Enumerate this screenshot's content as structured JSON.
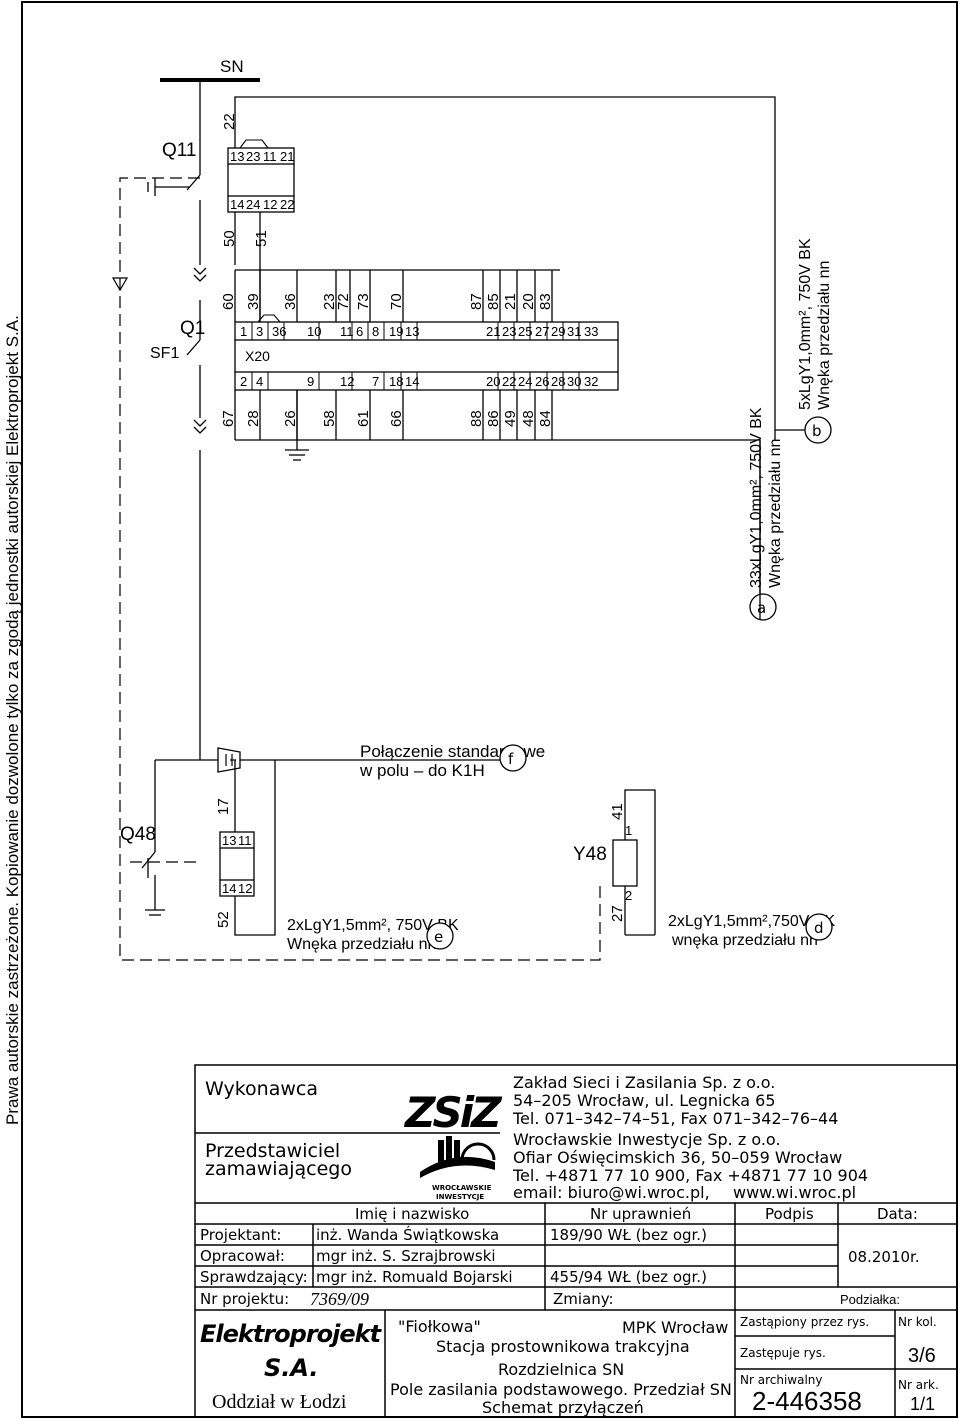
{
  "copyright": "Prawa autorskie zastrzeżone. Kopiowanie dozwolone tylko za zgodą jednostki autorskiej Elektroprojekt S.A.",
  "bus": "SN",
  "devices": {
    "q11": "Q11",
    "q1": "Q1",
    "sf1": "SF1",
    "q48": "Q48",
    "y48": "Y48",
    "x20": "X20"
  },
  "q11_block": {
    "top_wire": "22",
    "top_row": [
      "13",
      "23",
      "11",
      "21"
    ],
    "bottom_row": [
      "14",
      "24",
      "12",
      "22"
    ],
    "wire_a": "50",
    "wire_b": "51"
  },
  "x20_top_wires": [
    "60",
    "39",
    "36",
    "23",
    "72",
    "73",
    "70",
    "87",
    "85",
    "21",
    "20",
    "83"
  ],
  "x20_top_terms": [
    "1",
    "3",
    "36",
    "10",
    "11",
    "6",
    "8",
    "19",
    "13",
    "21",
    "23",
    "25",
    "27",
    "29",
    "31",
    "33"
  ],
  "x20_bottom_terms": [
    "2",
    "4",
    "9",
    "12",
    "7",
    "18",
    "14",
    "20",
    "22",
    "24",
    "26",
    "28",
    "30",
    "32"
  ],
  "x20_bottom_wires": [
    "67",
    "28",
    "26",
    "58",
    "61",
    "66",
    "88",
    "86",
    "49",
    "48",
    "84"
  ],
  "q48_block": {
    "wire_top": "17",
    "top_row": [
      "13",
      "11"
    ],
    "bottom_row": [
      "14",
      "12"
    ],
    "wire_bottom": "52"
  },
  "y48_block": {
    "wire_top": "41",
    "t1": "1",
    "t2": "2",
    "wire_bottom": "27"
  },
  "note_f": {
    "line1": "Połączenie standardowe",
    "line2": "w polu – do K1H",
    "marker": "f"
  },
  "cable_e": {
    "line1": "2xLgY1,5mm², 750V BK",
    "line2": "Wnęka przedziału nn",
    "marker": "e"
  },
  "cable_d": {
    "line1": "2xLgY1,5mm²,750V BK",
    "line2": "wnęka przedziału nn",
    "marker": "d"
  },
  "cable_a": {
    "line1": "33xLgY1,0mm², 750V BK",
    "line2": "Wnęka przedziału nn",
    "marker": "a"
  },
  "cable_b": {
    "line1": "5xLgY1,0mm², 750V BK",
    "line2": "Wnęka przedziału nn",
    "marker": "b"
  },
  "title_block": {
    "wykonawca": "Wykonawca",
    "przedstawiciel1": "Przedstawiciel",
    "przedstawiciel2": "zamawiającego",
    "zsiz_logo": "ZSiZ",
    "wi_logo1": "WROCŁAWSKIE",
    "wi_logo2": "INWESTYCJE",
    "company1": [
      "Zakład Sieci i Zasilania Sp. z o.o.",
      "54–205 Wrocław, ul. Legnicka 65",
      "Tel. 071–342–74–51, Fax 071–342–76–44"
    ],
    "company2": [
      "Wrocławskie Inwestycje Sp. z o.o.",
      "Ofiar Oświęcimskich 36, 50–059 Wrocław",
      "Tel. +4871 77 10 900, Fax +4871 77 10 904",
      "email: biuro@wi.wroc.pl,",
      "www.wi.wroc.pl"
    ],
    "hdr_name": "Imię i nazwisko",
    "hdr_licence": "Nr uprawnień",
    "hdr_sign": "Podpis",
    "hdr_date": "Data:",
    "rows": [
      {
        "role": "Projektant:",
        "name": "inż. Wanda Świątkowska",
        "licence": "189/90 WŁ (bez ogr.)"
      },
      {
        "role": "Opracował:",
        "name": "mgr inż. S. Szrajbrowski",
        "licence": ""
      },
      {
        "role": "Sprawdzający:",
        "name": "mgr inż. Romuald Bojarski",
        "licence": "455/94 WŁ (bez ogr.)"
      }
    ],
    "date": "08.2010r.",
    "project_label": "Nr projektu:",
    "project_no": "7369/09",
    "changes": "Zmiany:",
    "scale": "Podziałka:",
    "ep_logo": "Elektroprojekt",
    "ep_sa": "S.A.",
    "ep_branch": "Oddział w Łodzi",
    "desc": [
      "\"Fiołkowa\"",
      "MPK Wrocław",
      "Stacja prostownikowa trakcyjna",
      "Rozdzielnica SN",
      "Pole zasilania podstawowego. Przedział SN",
      "Schemat przyłączeń"
    ],
    "replaced": "Zastąpiony przez rys.",
    "replaces": "Zastępuje rys.",
    "archive": "Nr archiwalny",
    "archive_no": "2-446358",
    "sheet_label": "Nr kol.",
    "sheet": "3/6",
    "ark_label": "Nr ark.",
    "ark": "1/1"
  }
}
